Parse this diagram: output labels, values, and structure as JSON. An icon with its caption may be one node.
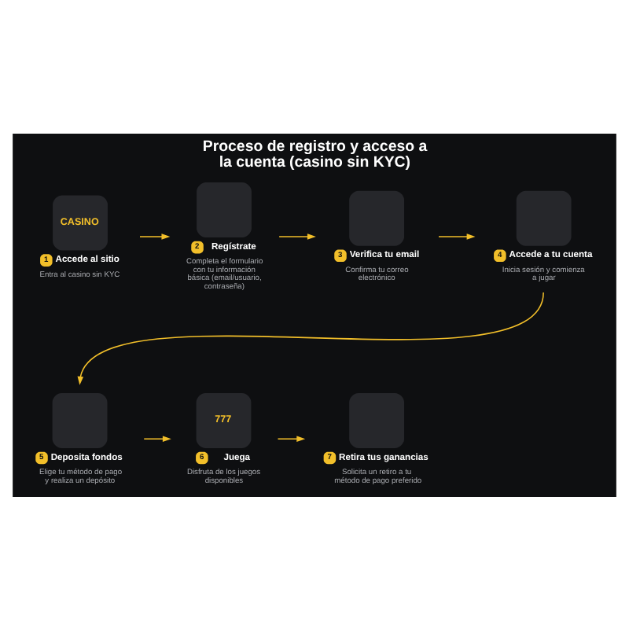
{
  "diagram": {
    "title": "Proceso de registro y acceso a la cuenta (casino sin KYC)",
    "nodes": [
      {
        "text": [
          "CASINO",
          "1",
          "Accede al sitio",
          "Entra al casino sin KYC"
        ]
      },
      {
        "text": [
          "2",
          "Regístrate",
          "Completa el formulario con tu información básica (email/usuario, contraseña)"
        ]
      },
      {
        "text": [
          "3",
          "Verifica tu email",
          "Confirma tu correo electrónico"
        ]
      },
      {
        "text": [
          "4",
          "Accede a tu cuenta",
          "Inicia sesión y comienza a jugar"
        ]
      },
      {
        "text": [
          "5",
          "Deposita fondos",
          "Elige tu método de pago y realiza un depósito"
        ]
      },
      {
        "text": [
          "777",
          "6",
          "Juega",
          "Disfruta de los juegos disponibles"
        ]
      },
      {
        "text": [
          "7",
          "Retira tus ganancias",
          "Solicita un retiro a tu método de pago preferido"
        ]
      }
    ],
    "edges": [
      {
        "from": 0,
        "to": 1,
        "arrow": "to"
      },
      {
        "from": 1,
        "to": 2,
        "arrow": "to"
      },
      {
        "from": 2,
        "to": 3,
        "arrow": "to"
      },
      {
        "from": 3,
        "to": 4,
        "arrow": "to"
      },
      {
        "from": 4,
        "to": 5,
        "arrow": "to"
      },
      {
        "from": 5,
        "to": 6,
        "arrow": "to"
      }
    ]
  }
}
